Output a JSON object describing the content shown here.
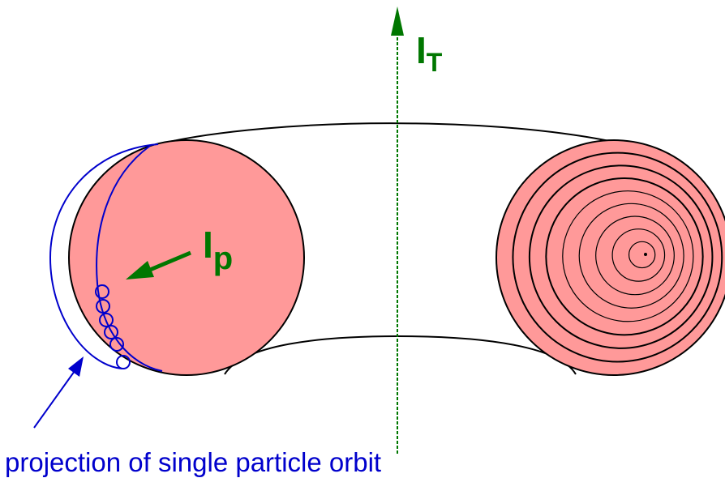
{
  "labels": {
    "toroidal_current": "I",
    "toroidal_current_subscript": "T",
    "plasma_current": "I",
    "plasma_current_subscript": "p",
    "orbit_caption": "projection of single particle orbit"
  },
  "colors": {
    "plasma_fill": "#FF9999",
    "outline": "#000000",
    "current_arrow": "#007700",
    "orbit": "#0000CC"
  },
  "nested_flux_surfaces": 8
}
